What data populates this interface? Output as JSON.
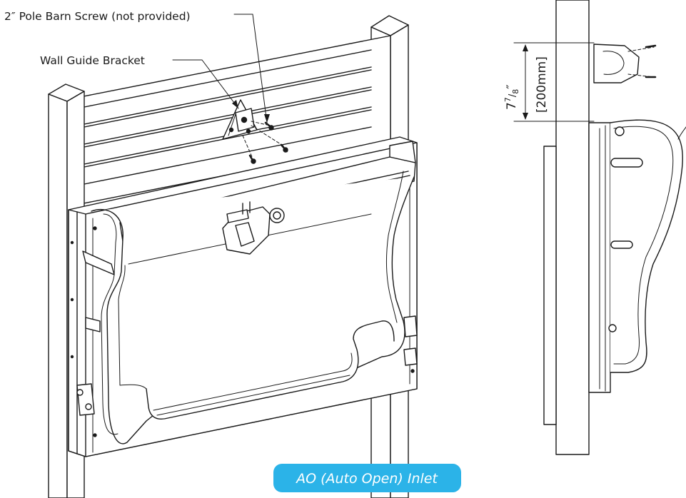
{
  "callouts": {
    "screw_label": "2″ Pole Barn Screw (not provided)",
    "bracket_label": "Wall Guide Bracket"
  },
  "dimension": {
    "imperial_whole": "7",
    "imperial_num": "7",
    "imperial_den": "8",
    "imperial_unit": "″",
    "metric": "[200mm]"
  },
  "badge": {
    "label": "AO (Auto Open) Inlet",
    "color": "#2bb3e8"
  }
}
